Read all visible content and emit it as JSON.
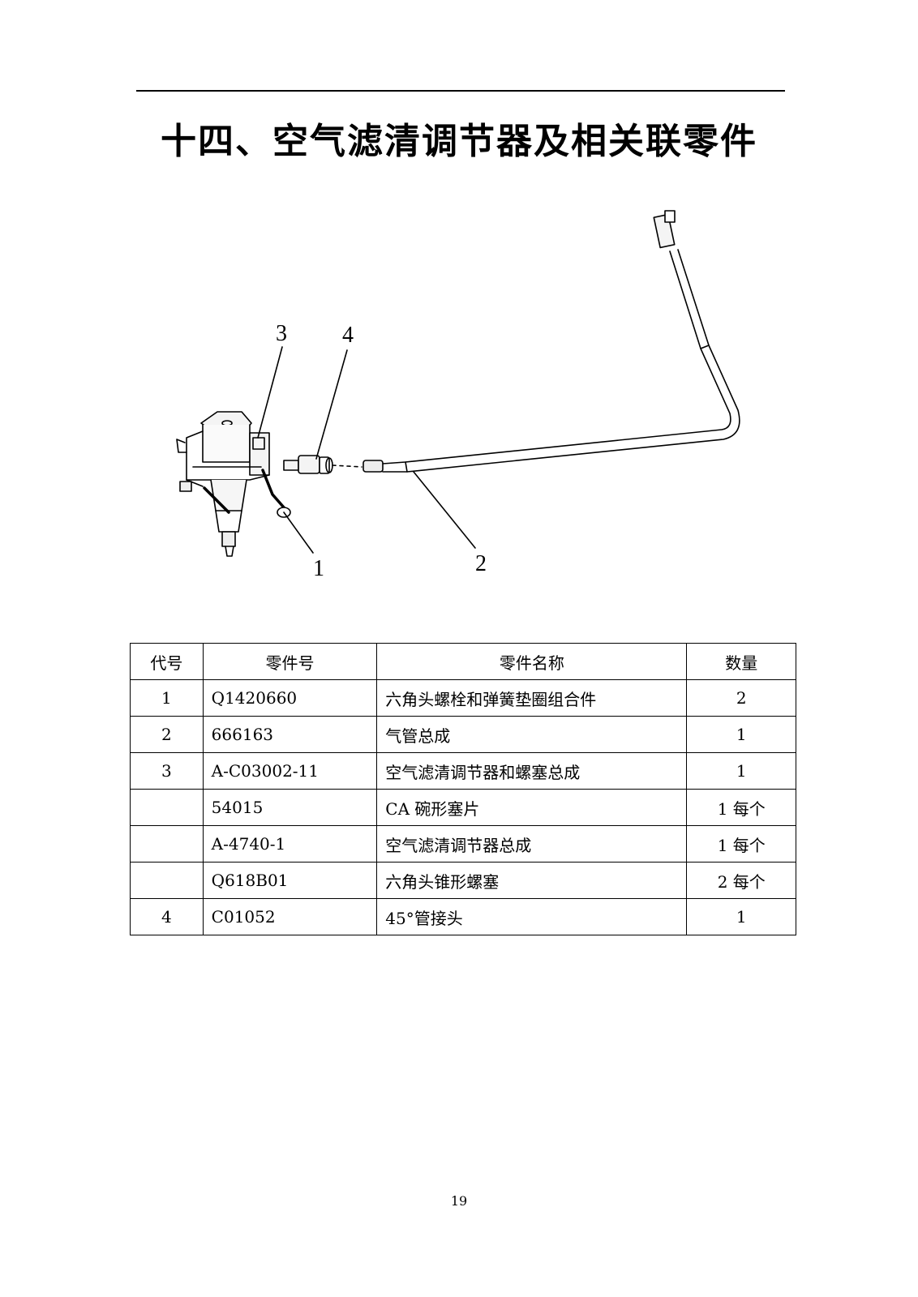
{
  "page": {
    "title": "十四、空气滤清调节器及相关联零件",
    "page_number": "19"
  },
  "figure": {
    "callouts": [
      "1",
      "2",
      "3",
      "4"
    ]
  },
  "table": {
    "headers": [
      "代号",
      "零件号",
      "零件名称",
      "数量"
    ],
    "rows": [
      [
        "1",
        "Q1420660",
        "六角头螺栓和弹簧垫圈组合件",
        "2"
      ],
      [
        "2",
        "666163",
        "气管总成",
        "1"
      ],
      [
        "3",
        "A-C03002-11",
        "空气滤清调节器和螺塞总成",
        "1"
      ],
      [
        "",
        "54015",
        "CA 碗形塞片",
        "1 每个"
      ],
      [
        "",
        "A-4740-1",
        "空气滤清调节器总成",
        "1 每个"
      ],
      [
        "",
        "Q618B01",
        "六角头锥形螺塞",
        "2 每个"
      ],
      [
        "4",
        "C01052",
        "45°管接头",
        "1"
      ]
    ]
  }
}
